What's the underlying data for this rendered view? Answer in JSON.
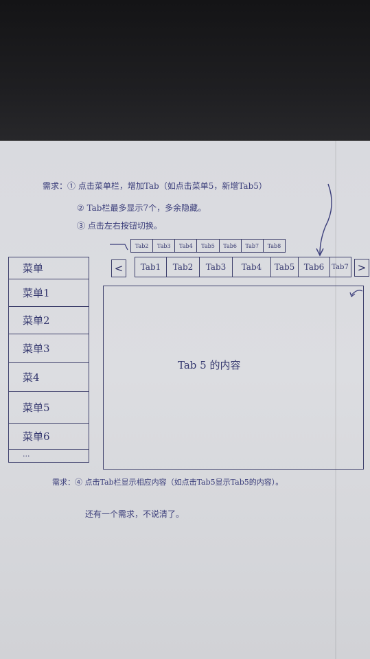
{
  "requirements": {
    "line1": "需求：① 点击菜单栏，增加Tab（如点击菜单5，新增Tab5）",
    "line2": "② Tab栏最多显示7个，多余隐藏。",
    "line3": "③ 点击左右按钮切换。",
    "line4": "需求：④ 点击Tab栏显示相应内容（如点击Tab5显示Tab5的内容）。",
    "line5": "还有一个需求，不说清了。"
  },
  "menu": {
    "header": "菜单",
    "items": [
      "菜单1",
      "菜单2",
      "菜单3",
      "菜4",
      "菜单5",
      "菜单6"
    ],
    "more": "···"
  },
  "tabs": {
    "prev": "<",
    "next": ">",
    "visible": [
      "Tab1",
      "Tab2",
      "Tab3",
      "Tab4",
      "Tab5",
      "Tab6",
      "Tab7"
    ],
    "hidden": [
      "Tab2",
      "Tab3",
      "Tab4",
      "Tab5",
      "Tab6",
      "Tab7",
      "Tab8"
    ]
  },
  "content": {
    "text": "Tab 5 的内容"
  },
  "colors": {
    "ink": "#3a3d7a",
    "paper": "#dadbe0",
    "desk": "#1b1b1d"
  }
}
